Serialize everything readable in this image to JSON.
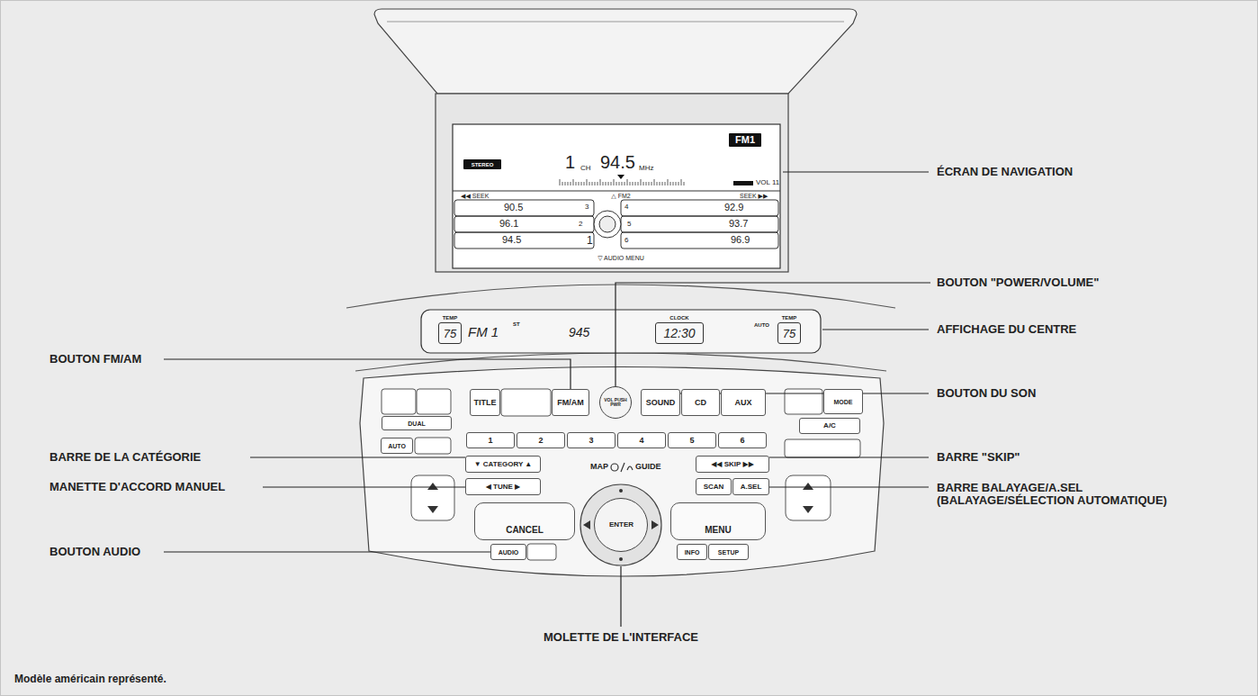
{
  "diagram": {
    "caption": "Modèle américain représenté.",
    "nodes": [
      {
        "text": [
          "FM1"
        ]
      },
      {
        "text": [
          "STEREO"
        ]
      },
      {
        "text": [
          "TEMP",
          "75"
        ]
      },
      {
        "text": [
          "CLOCK",
          "12:30"
        ]
      },
      {
        "text": [
          "TEMP",
          "75"
        ]
      },
      {
        "text": [
          "TITLE"
        ]
      },
      {
        "text": [
          "FM/AM"
        ]
      },
      {
        "text": [
          "VOL PUSH PWR"
        ]
      },
      {
        "text": [
          "SOUND"
        ]
      },
      {
        "text": [
          "CD"
        ]
      },
      {
        "text": [
          "AUX"
        ]
      },
      {
        "text": [
          "1"
        ]
      },
      {
        "text": [
          "2"
        ]
      },
      {
        "text": [
          "3"
        ]
      },
      {
        "text": [
          "4"
        ]
      },
      {
        "text": [
          "5"
        ]
      },
      {
        "text": [
          "6"
        ]
      },
      {
        "text": [
          "▼ CATEGORY ▲"
        ]
      },
      {
        "text": [
          "◀ TUNE ▶"
        ]
      },
      {
        "text": [
          "◀◀ SKIP ▶▶"
        ]
      },
      {
        "text": [
          "SCAN"
        ]
      },
      {
        "text": [
          "A.SEL"
        ]
      },
      {
        "text": [
          "CANCEL"
        ]
      },
      {
        "text": [
          "MENU"
        ]
      },
      {
        "text": [
          "ENTER"
        ]
      },
      {
        "text": [
          "AUDIO"
        ]
      },
      {
        "text": [
          "INFO"
        ]
      },
      {
        "text": [
          "SETUP"
        ]
      },
      {
        "text": [
          "DUAL"
        ]
      },
      {
        "text": [
          "AUTO"
        ]
      },
      {
        "text": [
          "MODE"
        ]
      },
      {
        "text": [
          "A/C"
        ]
      }
    ],
    "labels": [
      "1",
      "CH",
      "94.5",
      "MHz",
      "VOL 11",
      "◀◀ SEEK",
      "△ FM2",
      "SEEK ▶▶",
      "90.5",
      "3",
      "4",
      "92.9",
      "96.1",
      "2",
      "5",
      "93.7",
      "94.5",
      "1",
      "6",
      "96.9",
      "▽ AUDIO MENU",
      "FM 1",
      "ST",
      "945",
      "AUTO",
      "MAP",
      "GUIDE",
      "ÉCRAN DE NAVIGATION",
      "BOUTON \"POWER/VOLUME\"",
      "AFFICHAGE DU CENTRE",
      "BOUTON FM/AM",
      "BOUTON DU SON",
      "BARRE DE LA CATÉGORIE",
      "BARRE \"SKIP\"",
      "MANETTE D'ACCORD MANUEL",
      "BARRE BALAYAGE/A.SEL (BALAYAGE/SÉLECTION AUTOMATIQUE)",
      "BOUTON AUDIO",
      "MOLETTE DE L'INTERFACE"
    ]
  }
}
